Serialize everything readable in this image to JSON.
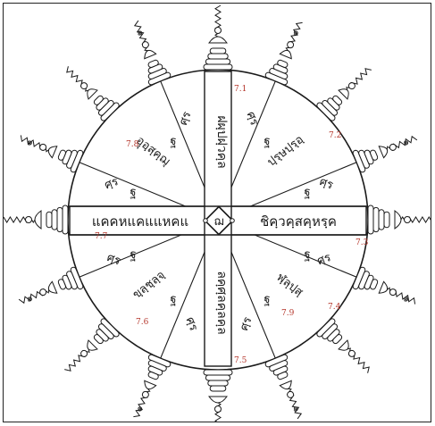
{
  "diagram": {
    "center_glyph": "ฌ",
    "west_text": "แคคหแคแแหคแ",
    "east_text": "ชิคฺวคฺสคฺหรฺค",
    "north_text": "ฝผฺปฝฺวคฺล",
    "south_text": "ลคฺศฺลคฺลคฺล",
    "northeast_text": "ปฺรฺษปฺรฺอฺ",
    "northwest_text": "อฺุอฺสฺคฺฌุ",
    "southeast_text": "ฬฺลฺปฺสฺ",
    "southwest_text": "ขฺลฺชฺลฺจฺ",
    "sector_glyph_a": "ฐ",
    "sector_glyph_b": "ศฺร",
    "ray_end_glyph": "๑",
    "reference_labels": {
      "n": "7.1",
      "ne": "7.2",
      "e": "7.3",
      "se": "7.4",
      "s": "7.5",
      "sw": "7.6",
      "w": "7.7",
      "nw": "7.8",
      "inner_se": "7.9"
    },
    "colors": {
      "ink": "#1a1a1a",
      "reference_label": "#b5362b",
      "paper": "#ffffff"
    }
  }
}
